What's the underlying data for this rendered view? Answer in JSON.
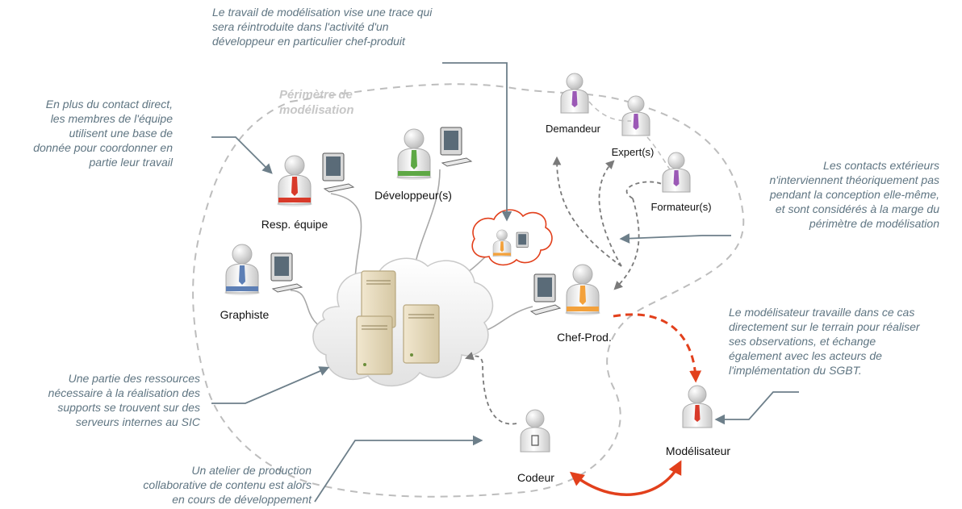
{
  "perimeter_title": "Périmètre de\nmodélisation",
  "notes": {
    "trace": "Le travail de modélisation vise une trace qui\nsera réintroduite dans l'activité d'un\ndéveloppeur en particulier chef-produit",
    "contact_direct": "En plus du contact direct,\nles membres de l'équipe\nutilisent une base de\ndonnée pour coordonner en\npartie leur travail",
    "contacts_exterieurs": "Les contacts extérieurs\nn'interviennent théoriquement pas\npendant la conception elle-même,\net sont considérés à la marge du\npérimètre de modélisation",
    "modelisateur": "Le modélisateur travaille dans ce cas\ndirectement sur le terrain pour réaliser\nses observations, et échange\négalement avec les acteurs de\nl'implémentation du SGBT.",
    "ressources": "Une partie des ressources\nnécessaire à la réalisation des\nsupports se trouvent sur des\nserveurs internes au SIC",
    "atelier": "Un atelier de production\ncollaborative de contenu  est alors\nen cours de développement"
  },
  "actors": {
    "resp_equipe": "Resp. équipe",
    "developpeurs": "Développeur(s)",
    "graphiste": "Graphiste",
    "chef_prod": "Chef-Prod.",
    "demandeur": "Demandeur",
    "experts": "Expert(s)",
    "formateurs": "Formateur(s)",
    "codeur": "Codeur",
    "modelisateur": "Modélisateur"
  },
  "colors": {
    "note_text": "#5f7582",
    "connector": "#6d7f8a",
    "dashed_perimeter": "#bdbdbd",
    "server_link": "#a8a8a8",
    "red_accent": "#e2401c",
    "resp_equipe_stripe": "#d83a2a",
    "developpeur_stripe": "#5ea845",
    "graphiste_stripe": "#5d7fb5",
    "chef_prod_stripe": "#f3a13b",
    "external_tie": "#9b59b6"
  }
}
